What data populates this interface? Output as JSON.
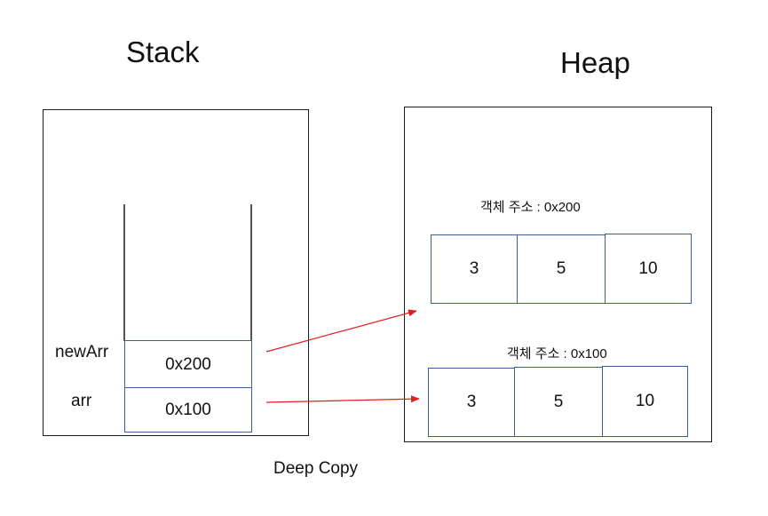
{
  "stack": {
    "title": "Stack",
    "variables": [
      {
        "name": "newArr",
        "value": "0x200"
      },
      {
        "name": "arr",
        "value": "0x100"
      }
    ]
  },
  "heap": {
    "title": "Heap",
    "objects": [
      {
        "address_label": "객체 주소 : 0x200",
        "values": [
          "3",
          "5",
          "10"
        ]
      },
      {
        "address_label": "객체 주소 : 0x100",
        "values": [
          "3",
          "5",
          "10"
        ]
      }
    ]
  },
  "caption": "Deep Copy",
  "colors": {
    "arrow": "#e02020",
    "cell_border": "#3a5f9a",
    "frame": "#1a1a1a"
  }
}
